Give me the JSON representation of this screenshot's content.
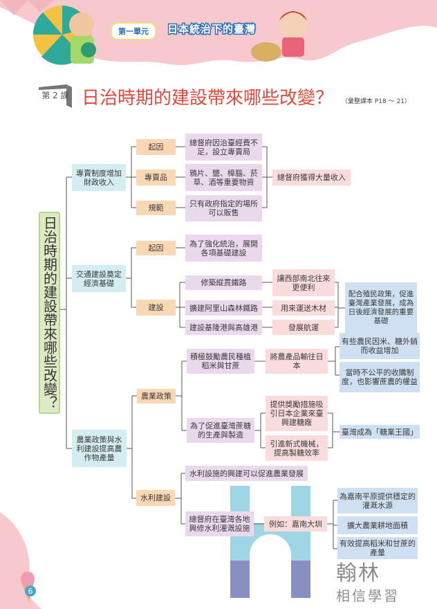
{
  "header": {
    "unit_label": "第一單元",
    "unit_title": "日本統治下的臺灣",
    "lesson_tag": "第 2 課",
    "title": "日治時期的建設帶來哪些改變？",
    "reference": "（彙整課本 P18 ～ 21）"
  },
  "root": "日治時期的建設帶來哪些改變？",
  "monopoly": {
    "label": "專賣制度增加財政收入",
    "cause": "起因",
    "cause_text": "總督府因治臺經費不足，設立專賣局",
    "goods": "專賣品",
    "goods_text": "鴉片、鹽、樟腦、菸草、酒等重要物資",
    "rule": "規範",
    "rule_text": "只有政府指定的場所可以販售",
    "result": "總督府獲得大量收入"
  },
  "transport": {
    "label": "交通建設奠定經濟基礎",
    "cause": "起因",
    "cause_text": "為了強化統治，展開各項基礎建設",
    "build": "建設",
    "items": [
      {
        "action": "修築縱貫鐵路",
        "effect": "讓西部南北往來更便利"
      },
      {
        "action": "擴建阿里山森林鐵路",
        "effect": "用來運送木材"
      },
      {
        "action": "建設基隆港與高雄港",
        "effect": "發展航運"
      }
    ],
    "result": "配合殖民政策，促進臺灣產業發展，成為日後經濟發展的重要基礎"
  },
  "agriculture": {
    "label": "農業政策與水利建設提高農作物產量",
    "policy": "農業政策",
    "encourage": "積極鼓勵農民種植稻米與甘蔗",
    "export": "將農產品輸往日本",
    "export_results": [
      "有些農民因米、糖外銷而收益增加",
      "當時不公平的收購制度，也影響蔗農的權益"
    ],
    "sugar": "為了促進臺灣蔗糖的生產與製造",
    "sugar_measures": [
      "提供獎勵措施吸引日本企業來臺興建糖廠",
      "引進新式機械，提高製糖效率"
    ],
    "sugar_result": "臺灣成為「糖業王國」",
    "water": "水利建設",
    "water_benefit": "水利設施的興建可以促進農業發展",
    "water_build": "總督府在臺灣各地興修水利灌溉設施",
    "example": "例如：嘉南大圳",
    "example_results": [
      "為嘉南平原提供穩定的灌溉水源",
      "擴大農業耕地面積",
      "有效提高稻米和甘蔗的產量"
    ]
  },
  "watermark": {
    "brand": "翰林",
    "slogan": "相信學習"
  },
  "page_number": "6",
  "colors": {
    "title": "#e0493c",
    "level1": "#d3edf0",
    "level2": "#fbd8b4",
    "level3": "#ead8ed",
    "level4": "#fadcdc",
    "level5": "#cfe0f2"
  }
}
